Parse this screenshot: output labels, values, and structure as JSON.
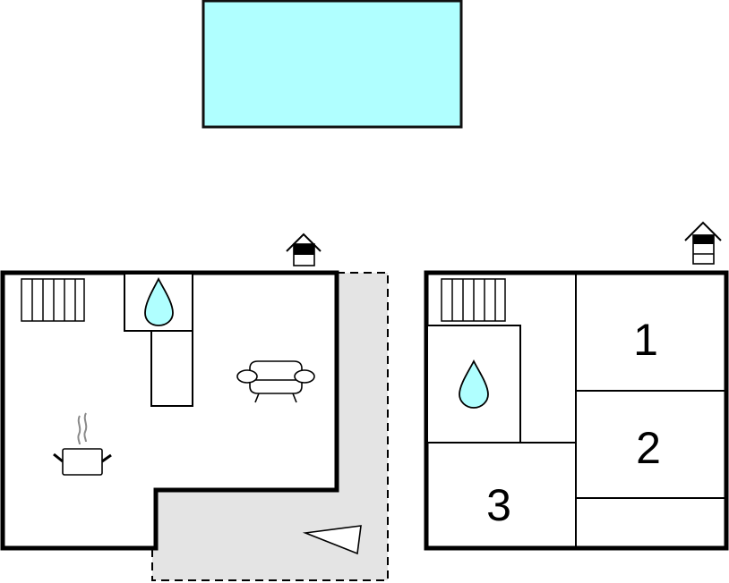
{
  "diagram": {
    "type": "floor-plan",
    "colors": {
      "water": "#b0ffff",
      "terrace": "#e4e4e4",
      "wall": "#000000",
      "background": "#ffffff",
      "steam": "#8a8a8a"
    },
    "pool": {
      "label": "pool"
    },
    "ground_floor": {
      "entrance_icon": "entrance-icon",
      "rooms": [
        "kitchen",
        "bathroom",
        "living-room",
        "terrace"
      ],
      "icons": [
        "stairs-icon",
        "water-drop-icon",
        "cooking-pot-icon",
        "sofa-icon",
        "terrace-triangle-icon"
      ]
    },
    "upper_floor": {
      "entrance_icon": "upper-floor-icon",
      "rooms": [
        {
          "id": "bedroom-1",
          "label": "1"
        },
        {
          "id": "bedroom-2",
          "label": "2"
        },
        {
          "id": "bedroom-3",
          "label": "3"
        }
      ],
      "icons": [
        "stairs-icon",
        "water-drop-icon"
      ]
    }
  }
}
